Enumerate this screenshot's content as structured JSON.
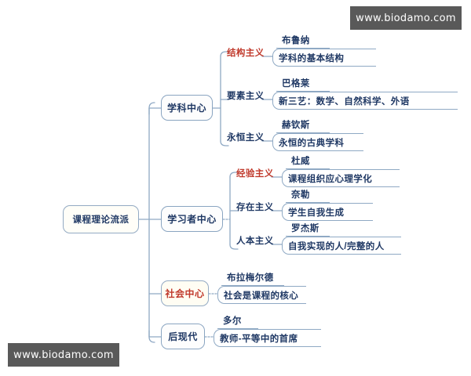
{
  "colors": {
    "line": "#8fa9c4",
    "text_primary": "#1f3864",
    "text_accent": "#c0392b",
    "node_fill": "#fffdf6",
    "watermark_bg": "#595959",
    "background": "#ffffff"
  },
  "watermarks": {
    "top_right": "www.biodamo.com",
    "bottom_left": "www.biodamo.com"
  },
  "mindmap": {
    "root": {
      "label": "课程理论流派",
      "accent": false
    },
    "branches": [
      {
        "label": "学科中心",
        "accent": false,
        "subtopics": [
          {
            "label": "结构主义",
            "accent": true,
            "leaves": [
              "布鲁纳",
              "学科的基本结构"
            ]
          },
          {
            "label": "要素主义",
            "accent": false,
            "leaves": [
              "巴格莱",
              "新三艺：数学、自然科学、外语"
            ]
          },
          {
            "label": "永恒主义",
            "accent": false,
            "leaves": [
              "赫钦斯",
              "永恒的古典学科"
            ]
          }
        ]
      },
      {
        "label": "学习者中心",
        "accent": false,
        "subtopics": [
          {
            "label": "经验主义",
            "accent": true,
            "leaves": [
              "杜威",
              "课程组织应心理学化"
            ]
          },
          {
            "label": "存在主义",
            "accent": false,
            "leaves": [
              "奈勒",
              "学生自我生成"
            ]
          },
          {
            "label": "人本主义",
            "accent": false,
            "leaves": [
              "罗杰斯",
              "自我实现的人/完整的人"
            ]
          }
        ]
      },
      {
        "label": "社会中心",
        "accent": true,
        "subtopics": [
          {
            "label": "",
            "accent": false,
            "leaves": [
              "布拉梅尔德",
              "社会是课程的核心"
            ]
          }
        ]
      },
      {
        "label": "后现代",
        "accent": false,
        "subtopics": [
          {
            "label": "",
            "accent": false,
            "leaves": [
              "多尔",
              "教师-平等中的首席"
            ]
          }
        ]
      }
    ]
  }
}
